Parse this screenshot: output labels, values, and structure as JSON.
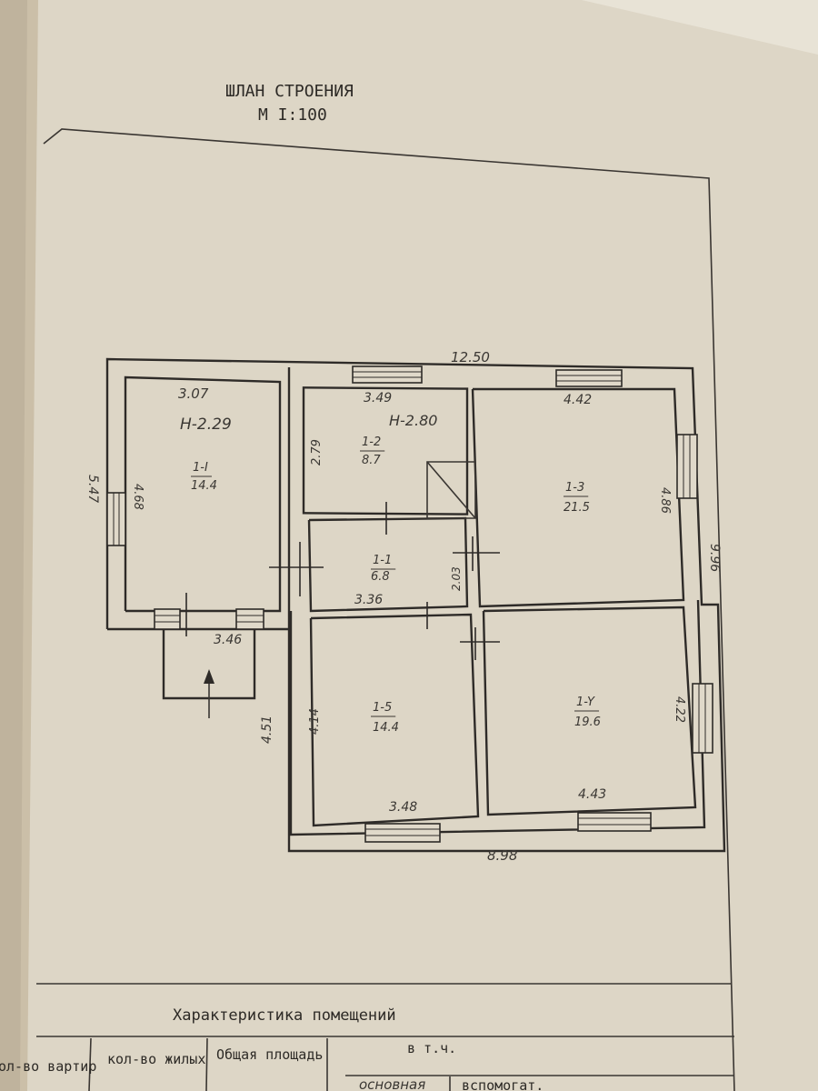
{
  "header": {
    "line1": "ШЛАН СТРОЕНИЯ",
    "line2": "М I:100"
  },
  "plan": {
    "ceiling_left": "Н-2.29",
    "ceiling_right": "Н-2.80",
    "dims": {
      "overall_top": "12.50",
      "overall_bottom": "8.98",
      "left_wing_height": "5.47",
      "right_height": "9.96",
      "middle_height": "4.51",
      "porch": "3.46"
    },
    "rooms": [
      {
        "id": "room-1-1a",
        "label": "1-I",
        "area": "14.4",
        "width": "3.07",
        "height": "4.68"
      },
      {
        "id": "room-1-2",
        "label": "1-2",
        "area": "8.7",
        "width": "3.49",
        "height": "2.79"
      },
      {
        "id": "room-1-3",
        "label": "1-3",
        "area": "21.5",
        "width": "4.42",
        "height": "4.86"
      },
      {
        "id": "room-1-1",
        "label": "1-1",
        "area": "6.8",
        "width": "3.36",
        "height": "2.03"
      },
      {
        "id": "room-1-5",
        "label": "1-5",
        "area": "14.4",
        "width": "3.48",
        "height": "4.14"
      },
      {
        "id": "room-1-4",
        "label": "1-Y",
        "area": "19.6",
        "width": "4.43",
        "height": "4.22"
      }
    ]
  },
  "table": {
    "title": "Характеристика помещений",
    "columns": [
      "ол-во вартир",
      "кол-во жилых",
      "Общая площадь",
      "в т.ч."
    ],
    "subcolumns": [
      "основная",
      "вспомогат."
    ]
  }
}
